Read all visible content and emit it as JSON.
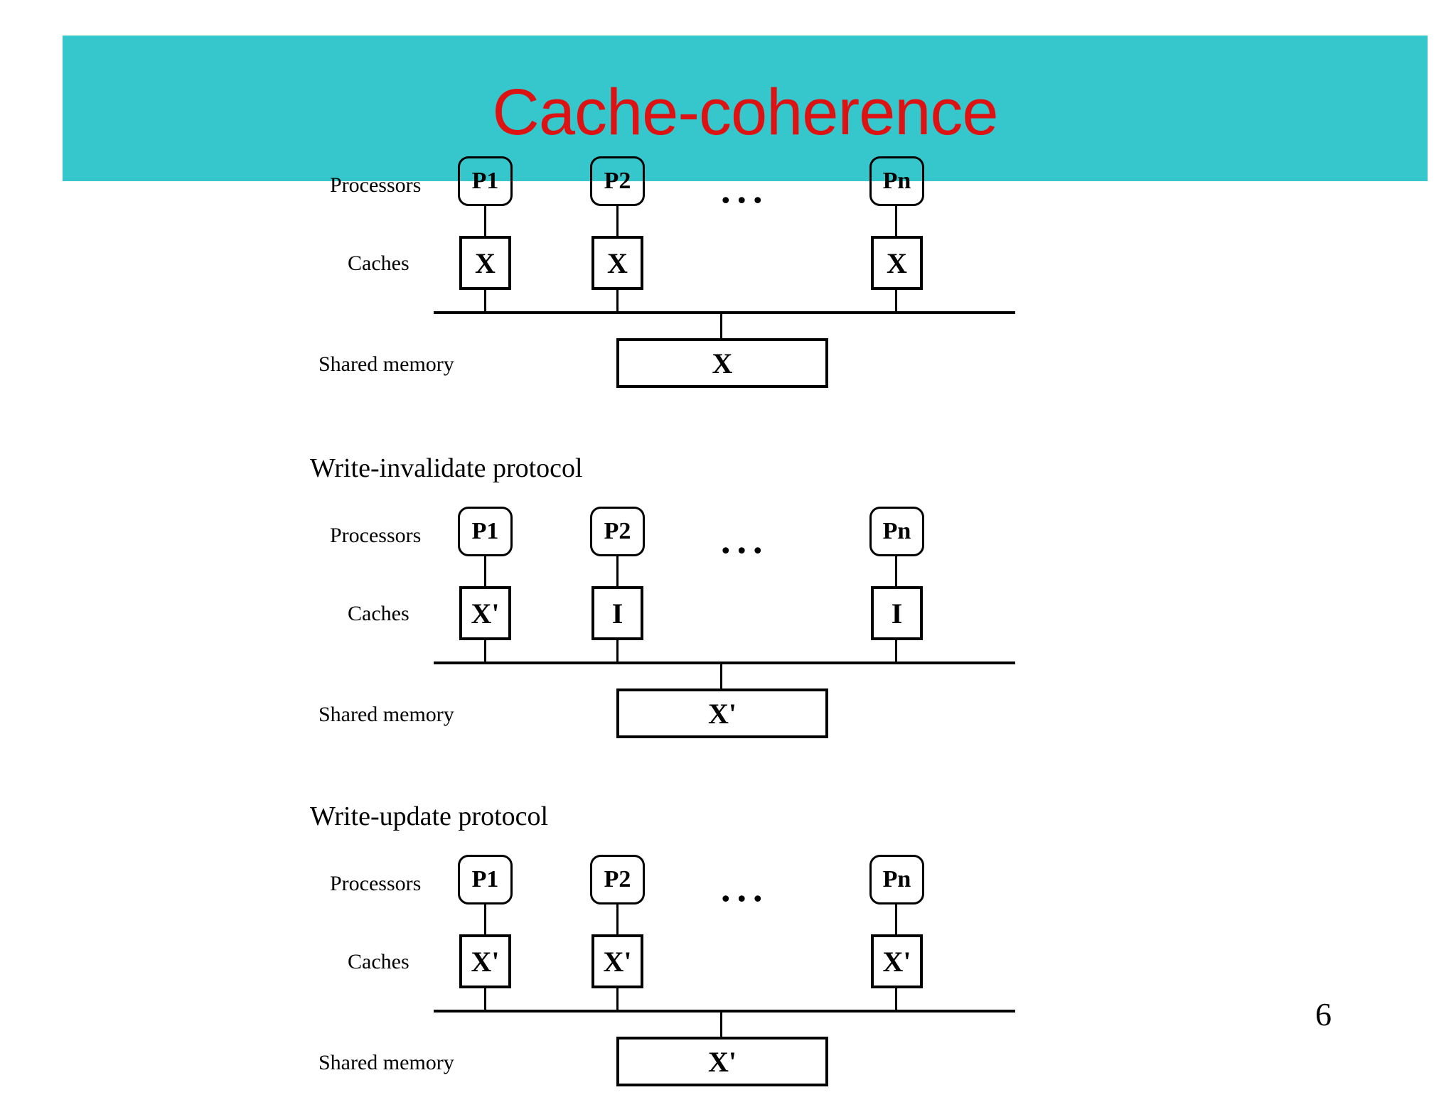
{
  "slide": {
    "title": "Cache-coherence",
    "page_number": "6",
    "colors": {
      "band_background": "#35c7cc",
      "title_text": "#dd1212",
      "diagram_ink": "#000000",
      "page_background": "#ffffff"
    }
  },
  "row_labels": {
    "processors": "Processors",
    "caches": "Caches",
    "shared_memory": "Shared memory"
  },
  "processors": [
    "P1",
    "P2",
    "Pn"
  ],
  "ellipsis": "...",
  "diagrams": [
    {
      "heading": "",
      "cache_values": [
        "X",
        "X",
        "X"
      ],
      "memory_value": "X"
    },
    {
      "heading": "Write-invalidate protocol",
      "cache_values": [
        "X'",
        "I",
        "I"
      ],
      "memory_value": "X'"
    },
    {
      "heading": "Write-update protocol",
      "cache_values": [
        "X'",
        "X'",
        "X'"
      ],
      "memory_value": "X'"
    }
  ]
}
